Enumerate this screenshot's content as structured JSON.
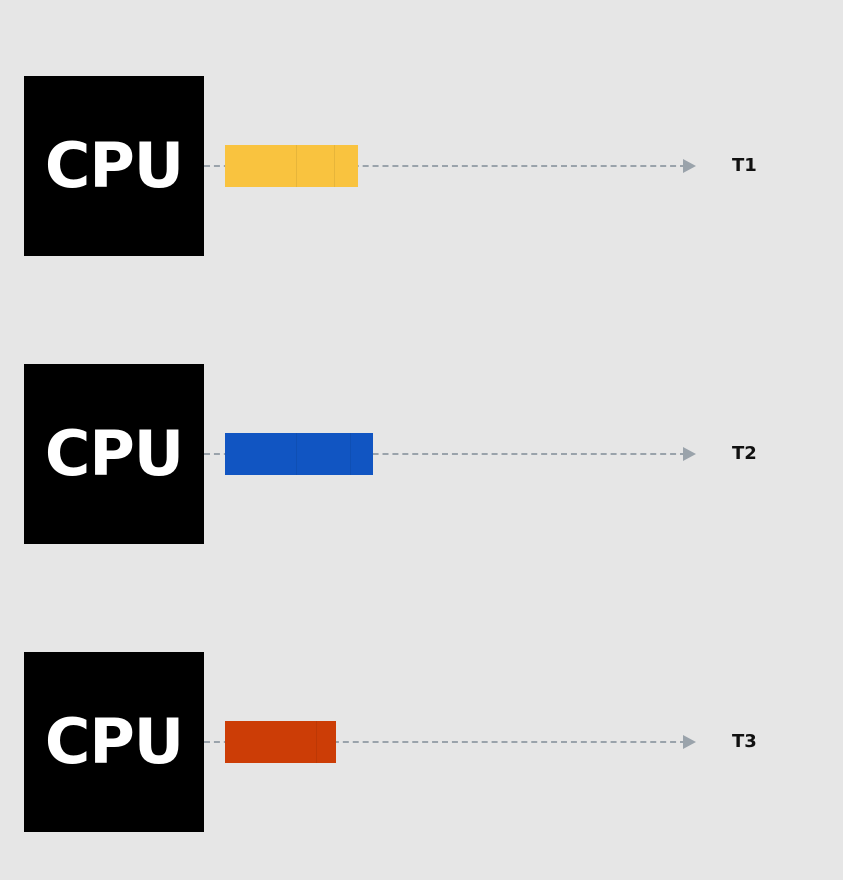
{
  "lanes": [
    {
      "processor_label": "CPU",
      "thread_label": "T1",
      "color": "#f9c33f",
      "task_count": 3
    },
    {
      "processor_label": "CPU",
      "thread_label": "T2",
      "color": "#1155c2",
      "task_count": 3
    },
    {
      "processor_label": "CPU",
      "thread_label": "T3",
      "color": "#cc3d06",
      "task_count": 2
    }
  ]
}
